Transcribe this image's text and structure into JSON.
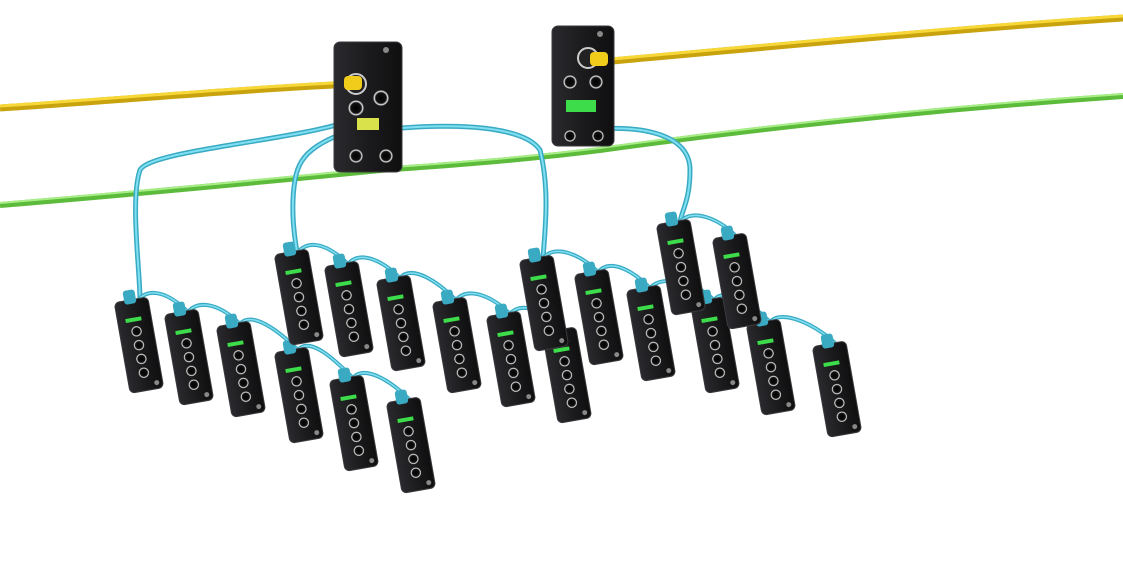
{
  "scene": {
    "subject": "industrial-io-link-network-render",
    "colors": {
      "background": "#ffffff",
      "ethernet_cable": "#f2cc1a",
      "power_cable": "#7ed957",
      "io_link_cable": "#5fcfe6",
      "module_body": "#1b1b1d",
      "module_edge": "#2c2c30",
      "led_green": "#3ddc4a",
      "led_yellow": "#e7d43a",
      "port_ring": "#0d0d0e",
      "port_highlight": "#e9e9e9"
    },
    "counts": {
      "master_modules": 2,
      "io_hubs": 20
    }
  }
}
